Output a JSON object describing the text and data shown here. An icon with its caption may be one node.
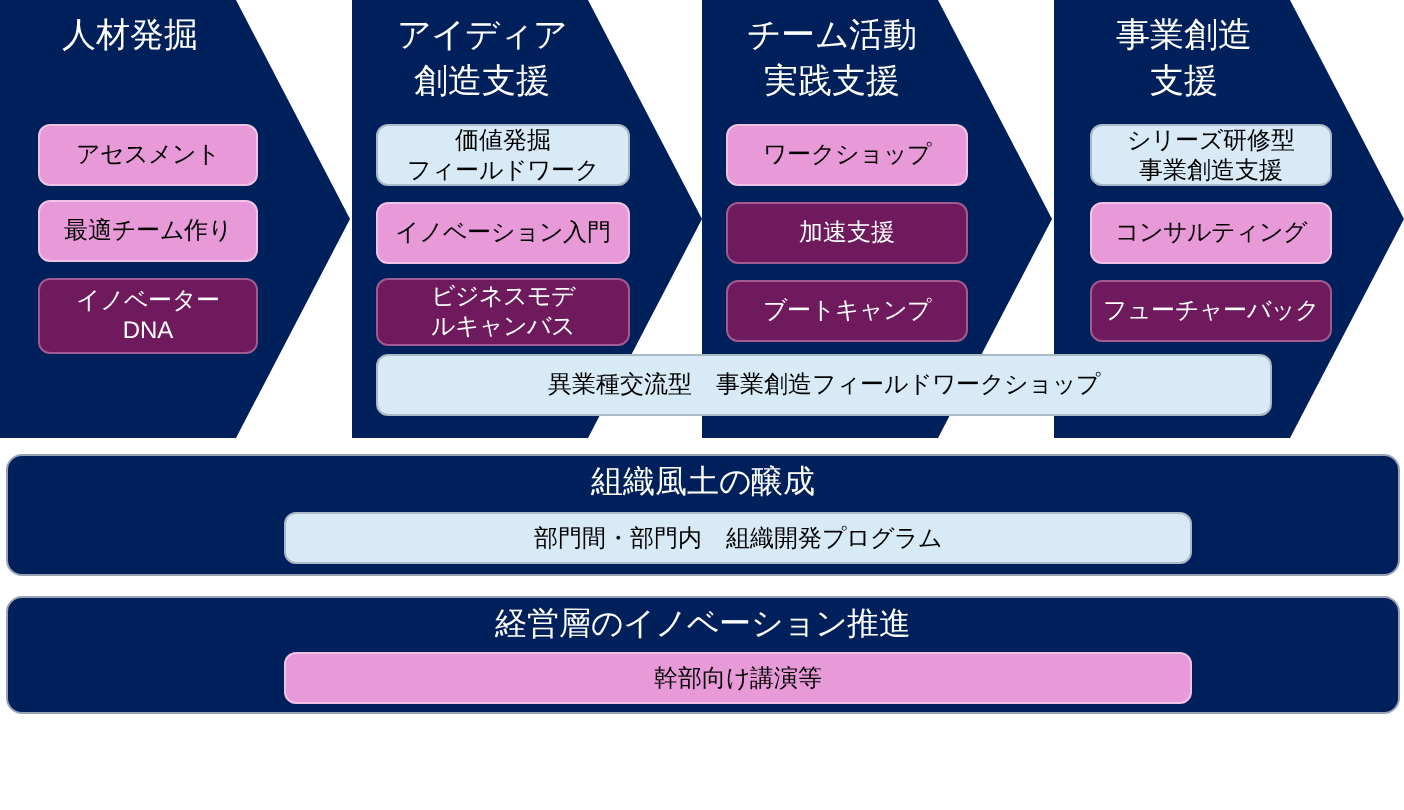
{
  "diagram": {
    "nodes": [
      {
        "text": [
          "人材発掘"
        ]
      },
      {
        "text": [
          "アセスメント"
        ],
        "in": 0
      },
      {
        "text": [
          "最適チーム作り"
        ],
        "in": 0
      },
      {
        "text": [
          "イノベーターDNA"
        ],
        "in": 0
      },
      {
        "text": [
          "アイディア創造支援"
        ]
      },
      {
        "text": [
          "価値発掘フィールドワーク"
        ],
        "in": 4
      },
      {
        "text": [
          "イノベーション入門"
        ],
        "in": 4
      },
      {
        "text": [
          "ビジネスモデルキャンバス"
        ],
        "in": 4
      },
      {
        "text": [
          "チーム活動実践支援"
        ]
      },
      {
        "text": [
          "ワークショップ"
        ],
        "in": 8
      },
      {
        "text": [
          "加速支援"
        ],
        "in": 8
      },
      {
        "text": [
          "ブートキャンプ"
        ],
        "in": 8
      },
      {
        "text": [
          "事業創造支援"
        ]
      },
      {
        "text": [
          "シリーズ研修型事業創造支援"
        ],
        "in": 12
      },
      {
        "text": [
          "コンサルティング"
        ],
        "in": 12
      },
      {
        "text": [
          "フューチャーバック"
        ],
        "in": 12
      },
      {
        "text": [
          "異業種交流型　事業創造フィールドワークショップ"
        ]
      },
      {
        "text": [
          "組織風土の醸成"
        ]
      },
      {
        "text": [
          "部門間・部門内　組織開発プログラム"
        ],
        "in": 17
      },
      {
        "text": [
          "経営層のイノベーション推進"
        ]
      },
      {
        "text": [
          "幹部向け講演等"
        ],
        "in": 19
      }
    ]
  }
}
